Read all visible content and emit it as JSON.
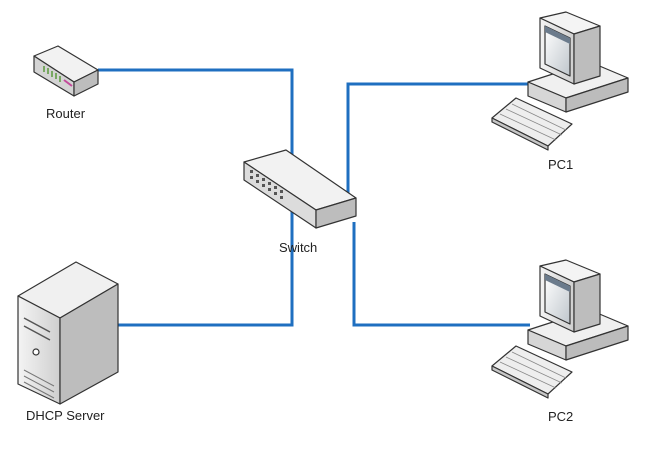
{
  "colors": {
    "link": "#1f6fc0",
    "outline": "#333333",
    "shade": "#d9d9d9",
    "screen": "#6b7b8c"
  },
  "nodes": {
    "router": {
      "label": "Router",
      "icon": "router-icon"
    },
    "switch": {
      "label": "Switch",
      "icon": "switch-icon"
    },
    "pc1": {
      "label": "PC1",
      "icon": "desktop-pc-icon"
    },
    "pc2": {
      "label": "PC2",
      "icon": "desktop-pc-icon"
    },
    "dhcp": {
      "label": "DHCP Server",
      "icon": "tower-server-icon"
    }
  },
  "links": [
    {
      "from": "router",
      "to": "switch"
    },
    {
      "from": "switch",
      "to": "pc1"
    },
    {
      "from": "switch",
      "to": "pc2"
    },
    {
      "from": "dhcp",
      "to": "switch"
    }
  ]
}
